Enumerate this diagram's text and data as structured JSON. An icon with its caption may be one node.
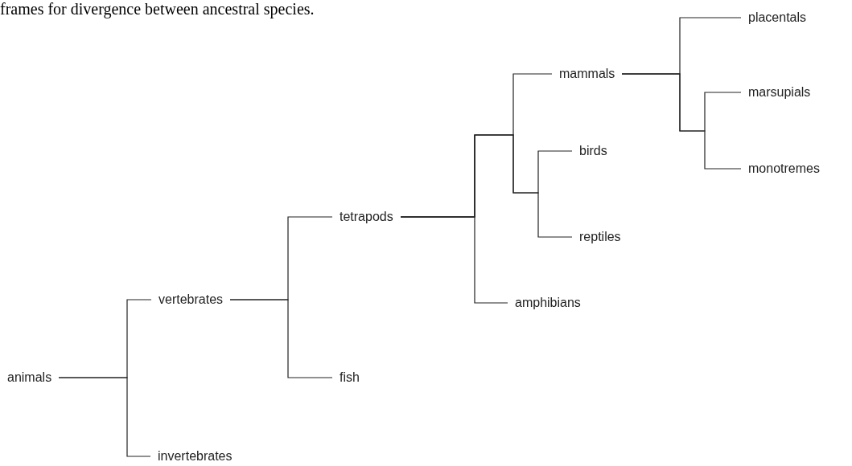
{
  "diagram": {
    "nodes": [
      {
        "text": [
          "animals"
        ]
      },
      {
        "text": [
          "vertebrates"
        ]
      },
      {
        "text": [
          "invertebrates"
        ]
      },
      {
        "text": [
          "tetrapods"
        ]
      },
      {
        "text": [
          "fish"
        ]
      },
      {
        "text": [
          "mammals"
        ]
      },
      {
        "text": [
          "amphibians"
        ]
      },
      {
        "text": [
          "birds"
        ]
      },
      {
        "text": [
          "reptiles"
        ]
      },
      {
        "text": [
          "placentals"
        ]
      },
      {
        "text": [
          "marsupials"
        ]
      },
      {
        "text": [
          "monotremes"
        ]
      }
    ],
    "edges": [
      {
        "from": 0,
        "to": 1,
        "arrow": "none"
      },
      {
        "from": 0,
        "to": 2,
        "arrow": "none"
      },
      {
        "from": 1,
        "to": 3,
        "arrow": "none"
      },
      {
        "from": 1,
        "to": 4,
        "arrow": "none"
      },
      {
        "from": 3,
        "to": 5,
        "arrow": "none"
      },
      {
        "from": 3,
        "to": 7,
        "arrow": "none"
      },
      {
        "from": 3,
        "to": 8,
        "arrow": "none"
      },
      {
        "from": 3,
        "to": 6,
        "arrow": "none"
      },
      {
        "from": 5,
        "to": 9,
        "arrow": "none"
      },
      {
        "from": 5,
        "to": 10,
        "arrow": "none"
      },
      {
        "from": 5,
        "to": 11,
        "arrow": "none"
      }
    ],
    "labels": [
      "frames for divergence between ancestral species."
    ]
  }
}
